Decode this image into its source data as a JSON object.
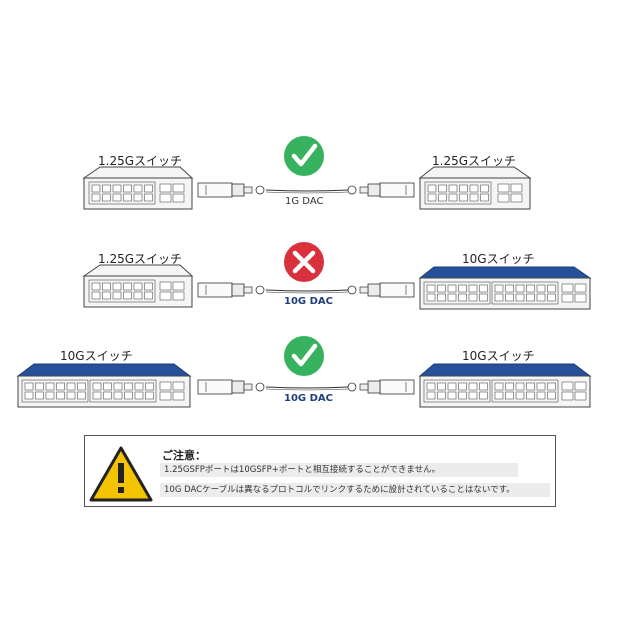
{
  "rows": [
    {
      "left_label": "1.25Gスイッチ",
      "right_label": "1.25Gスイッチ",
      "cable_label": "1G DAC",
      "status": "ok"
    },
    {
      "left_label": "1.25Gスイッチ",
      "right_label": "10Gスイッチ",
      "cable_label": "10G DAC",
      "status": "ng"
    },
    {
      "left_label": "10Gスイッチ",
      "right_label": "10Gスイッチ",
      "cable_label": "10G DAC",
      "status": "ok"
    }
  ],
  "icons": {
    "ok": "check-circle-icon",
    "ng": "cross-circle-icon",
    "warning": "warning-triangle-icon"
  },
  "colors": {
    "ok": "#37b25e",
    "ng": "#d9313d",
    "switch_10g": "#26509a",
    "switch_1g": "#f5f5f5",
    "warning": "#f5c400"
  },
  "notice": {
    "title": "ご注意：",
    "lines": [
      "1.25GSFPポートは10GSFP+ポートと相互接続することができません。",
      "10G DACケーブルは異なるプロトコルでリンクするために設計されていることはないです。"
    ]
  }
}
